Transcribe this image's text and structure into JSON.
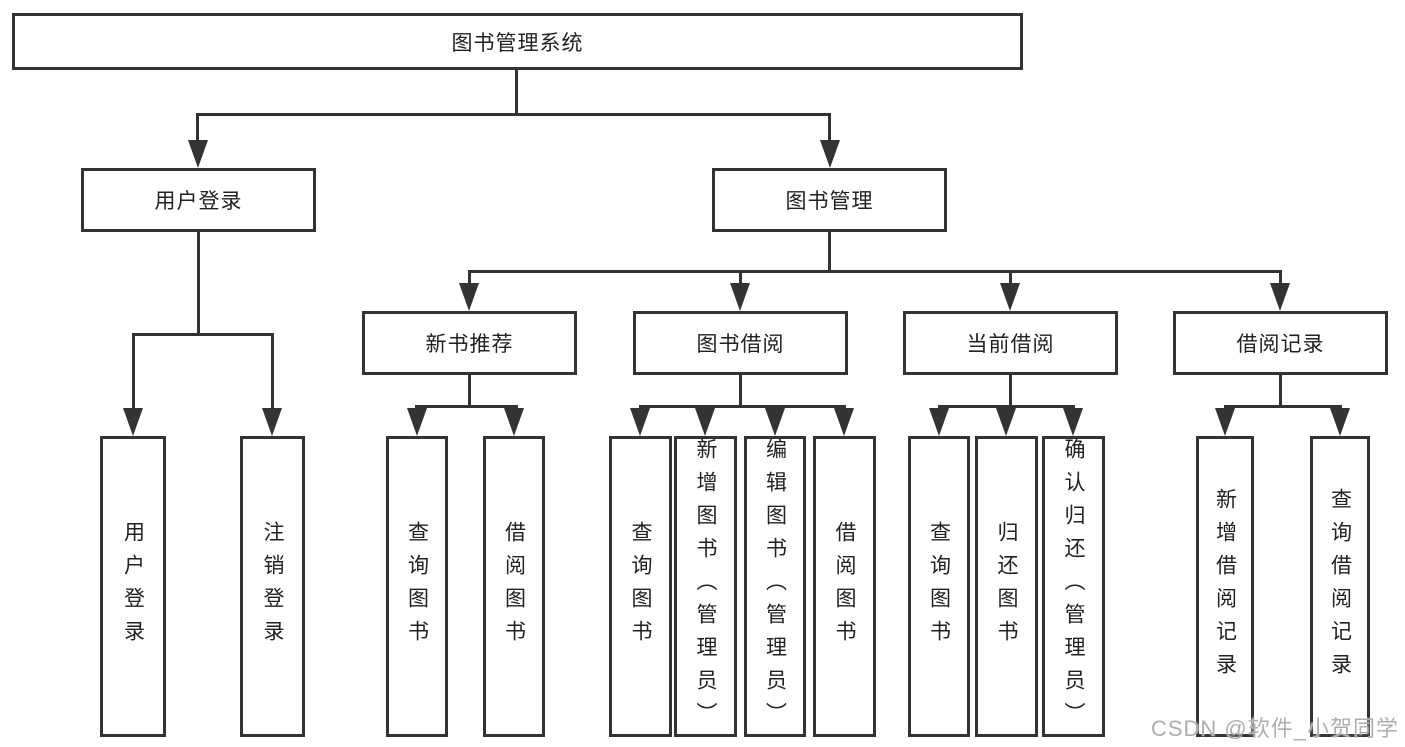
{
  "colors": {
    "line": "#333333",
    "text": "#222222",
    "watermark": "#aeaeae",
    "background": "#ffffff"
  },
  "watermark": "CSDN @软件_小贺同学",
  "nodes": {
    "root": {
      "label": "图书管理系统"
    },
    "user_login": {
      "label": "用户登录"
    },
    "book_mgmt": {
      "label": "图书管理"
    },
    "new_book": {
      "label": "新书推荐"
    },
    "book_borrow": {
      "label": "图书借阅"
    },
    "current_borrow": {
      "label": "当前借阅"
    },
    "borrow_records": {
      "label": "借阅记录"
    },
    "leaf_user_login": {
      "label": "用户登录"
    },
    "leaf_logout": {
      "label": "注销登录"
    },
    "leaf_query_book_1": {
      "label": "查询图书"
    },
    "leaf_borrow_book_1": {
      "label": "借阅图书"
    },
    "leaf_query_book_2": {
      "label": "查询图书"
    },
    "leaf_add_book": {
      "label": "新增图书（管理员）"
    },
    "leaf_edit_book": {
      "label": "编辑图书（管理员）"
    },
    "leaf_borrow_book_2": {
      "label": "借阅图书"
    },
    "leaf_query_book_3": {
      "label": "查询图书"
    },
    "leaf_return_book": {
      "label": "归还图书"
    },
    "leaf_confirm_return": {
      "label": "确认归还（管理员）"
    },
    "leaf_add_record": {
      "label": "新增借阅记录"
    },
    "leaf_query_record": {
      "label": "查询借阅记录"
    }
  }
}
